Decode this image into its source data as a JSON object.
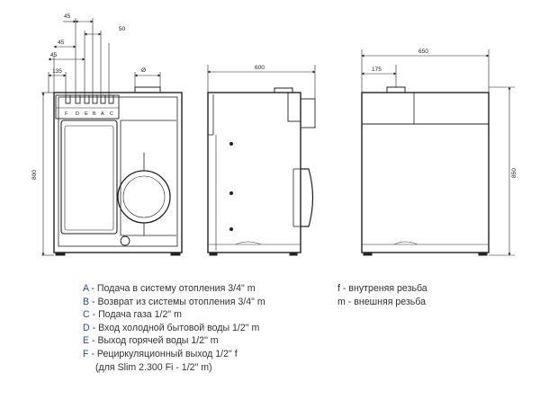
{
  "front_view": {
    "dims": {
      "d45a": "45",
      "d50": "50",
      "d45b": "45",
      "d45c": "45",
      "d135": "135",
      "dia": "Ø",
      "height": "800"
    },
    "connection_labels": [
      "F",
      "D",
      "E",
      "B",
      "A",
      "C"
    ]
  },
  "side_view": {
    "dims": {
      "width": "600"
    }
  },
  "rear_view": {
    "dims": {
      "width": "650",
      "offset": "175",
      "height": "850"
    }
  },
  "legend": {
    "items": [
      {
        "key": "A",
        "text": " - Подача в систему отопления 3/4\" m"
      },
      {
        "key": "B",
        "text": " - Возврат из системы отопления 3/4\" m"
      },
      {
        "key": "C",
        "text": " - Подача газа 1/2\" m"
      },
      {
        "key": "D",
        "text": " - Вход холодной бытовой воды 1/2\" m"
      },
      {
        "key": "E",
        "text": " - Выход горячей воды 1/2\" m"
      },
      {
        "key": "F",
        "text": " - Рециркуляционный выход 1/2\" f"
      }
    ],
    "note": "(для Slim 2.300 Fi - 1/2\" m)",
    "thread_notes": [
      "f - внутреняя резьба",
      "m - внешняя резьба"
    ]
  }
}
